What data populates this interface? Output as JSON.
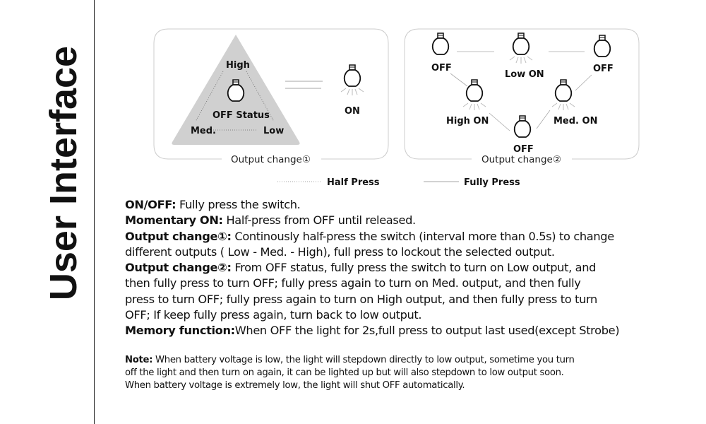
{
  "title": "User Interface",
  "diagram1": {
    "high": "High",
    "off_status": "OFF Status",
    "med": "Med.",
    "low": "Low",
    "on": "ON",
    "caption": "Output change①"
  },
  "diagram2": {
    "off1": "OFF",
    "low_on": "Low ON",
    "off2": "OFF",
    "high_on": "High ON",
    "med_on": "Med. ON",
    "off3": "OFF",
    "caption": "Output change②"
  },
  "legend": {
    "half": "Half Press",
    "full": "Fully Press"
  },
  "body": {
    "onoff_label": "ON/OFF:",
    "onoff_text": " Fully press the switch.",
    "mom_label": "Momentary ON:",
    "mom_text": " Half-press from OFF until released.",
    "oc1_label": "Output change①:",
    "oc1_text1": " Continously half-press the switch (interval more than 0.5s) to change",
    "oc1_text2": "different outputs ( Low - Med. - High), full press to lockout the selected output.",
    "oc2_label": "Output change②:",
    "oc2_text1": " From OFF status, fully press the switch to turn on Low output, and",
    "oc2_text2": "then fully press to turn OFF; fully press again to turn on Med. output, and then fully",
    "oc2_text3": "press to turn OFF; fully press again to turn on High output, and then fully press to turn",
    "oc2_text4": "OFF; If keep fully press again, turn back to low output.",
    "mem_label": "Memory function:",
    "mem_text": "When OFF the light for 2s,full press to output last used(except Strobe)"
  },
  "note": {
    "label": "Note:",
    "line1": " When battery voltage is low, the light will stepdown directly to low output, sometime you turn",
    "line2": "off the light and then turn on again, it can be lighted up but will also stepdown to low output soon.",
    "line3": "When battery voltage is extremely low, the light will shut OFF automatically."
  }
}
